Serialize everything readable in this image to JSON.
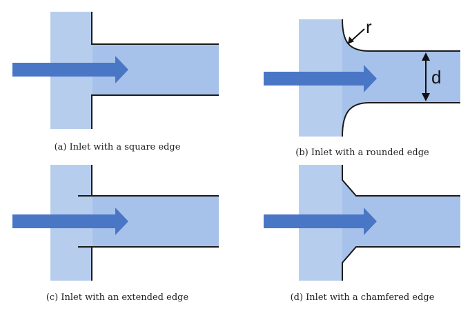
{
  "colors": {
    "fluid": "#b7cdee",
    "pipe": "#a7c2ea",
    "arrow": "#4a76c6",
    "wall": "#1a1a1a"
  },
  "panels": [
    {
      "id": "a",
      "caption": "(a) Inlet with a square edge"
    },
    {
      "id": "b",
      "caption": "(b) Inlet with a rounded edge",
      "labels": {
        "radius": "r",
        "diameter": "d"
      }
    },
    {
      "id": "c",
      "caption": "(c) Inlet with an extended edge"
    },
    {
      "id": "d",
      "caption": "(d) Inlet with a chamfered edge"
    }
  ]
}
